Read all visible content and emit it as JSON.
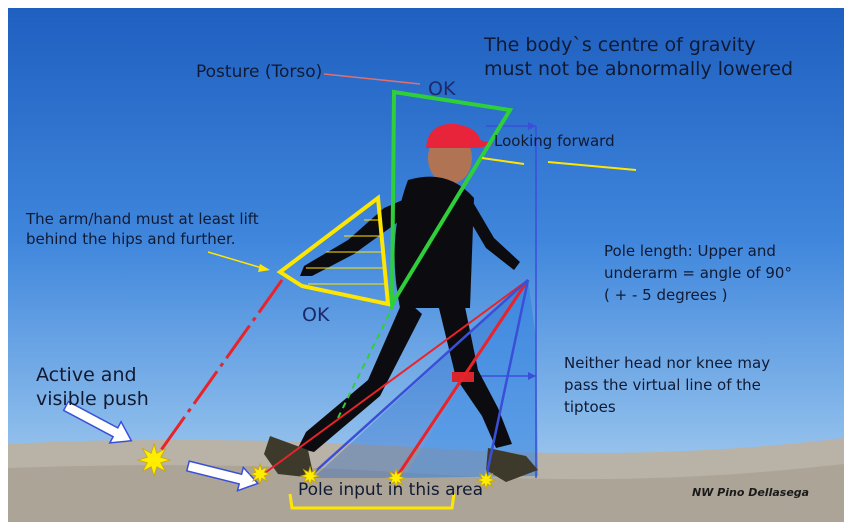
{
  "labels": {
    "cog_line1": "The body`s centre of gravity",
    "cog_line2": "must not be abnormally lowered",
    "posture": "Posture (Torso)",
    "ok_top": "OK",
    "looking": "Looking forward",
    "arm_line1": "The arm/hand must at least lift",
    "arm_line2": "behind the hips and further.",
    "ok_arm": "OK",
    "pole_line1": "Pole length: Upper and",
    "pole_line2": "underarm = angle of 90°",
    "pole_line3": "( + - 5 degrees )",
    "neither_line1": "Neither head nor knee may",
    "neither_line2": "pass the virtual line of the",
    "neither_line3": "tiptoes",
    "push_line1": "Active and",
    "push_line2": "visible push",
    "pole_input": "Pole input in this area",
    "credit": "NW Pino Dellasega"
  },
  "colors": {
    "torso_triangle": "#2fcf3a",
    "arm_outline": "#ffe600",
    "pole_lines": "#e8232a",
    "guide_lines": "#3a4fd8",
    "star": "#ffee00"
  }
}
